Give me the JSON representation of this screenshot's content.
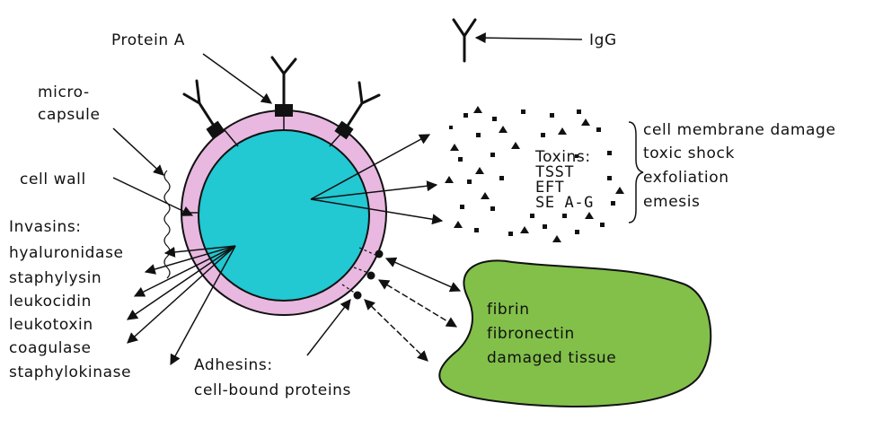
{
  "labels": {
    "protein_a": "Protein A",
    "igg": "IgG",
    "micro_capsule_1": "micro-",
    "micro_capsule_2": "capsule",
    "cell_wall": "cell wall",
    "invasins_title": "Invasins:",
    "invasins": [
      "hyaluronidase",
      "staphylysin",
      "leukocidin",
      "leukotoxin",
      "coagulase",
      "staphylokinase"
    ],
    "toxins_title": "Toxins:",
    "toxins": [
      "TSST",
      "EFT",
      "SE A-G"
    ],
    "toxin_effects": [
      "cell membrane damage",
      "toxic shock",
      "exfoliation",
      "emesis"
    ],
    "adhesins_title": "Adhesins:",
    "adhesins_sub": "cell-bound proteins",
    "tissue": [
      "fibrin",
      "fibronectin",
      "damaged tissue"
    ]
  },
  "colors": {
    "cytoplasm": "#22c8d2",
    "cell_wall": "#e8b8e0",
    "tissue": "#82c04a",
    "ink": "#111111"
  }
}
